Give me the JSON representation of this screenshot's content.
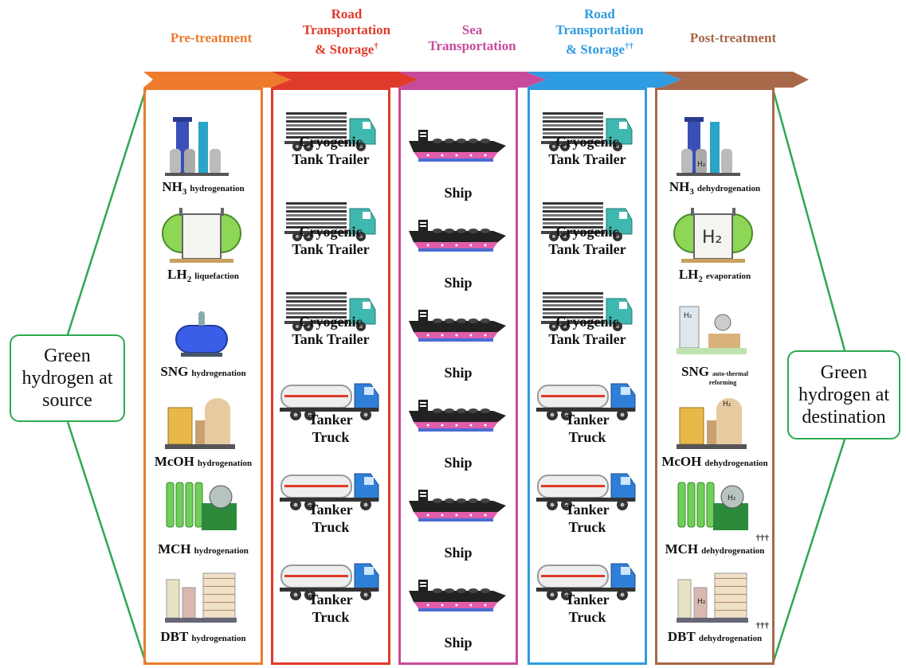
{
  "headers": {
    "pre": "Pre-treatment",
    "road1_line1": "Road",
    "road1_line2": "Transportation",
    "road1_line3": "& Storage",
    "road1_mark": "†",
    "sea_line1": "Sea",
    "sea_line2": "Transportation",
    "road2_line1": "Road",
    "road2_line2": "Transportation",
    "road2_line3": "& Storage",
    "road2_mark": "††",
    "post": "Post-treatment"
  },
  "colors": {
    "pre": "#ee7b2c",
    "road1": "#e03a2a",
    "sea": "#c84a9c",
    "road2": "#2f9be0",
    "post": "#a8684a",
    "endpoint": "#2ca94f"
  },
  "source": {
    "text": "Green hydrogen at source"
  },
  "destination": {
    "text": "Green hydrogen at destination"
  },
  "pretreatment": [
    {
      "carrier": "NH",
      "sub": "3",
      "process": "hydrogenation",
      "icon": "ammonia-plant-icon"
    },
    {
      "carrier": "LH",
      "sub": "2",
      "process": "liquefaction",
      "icon": "lh2-tank-icon"
    },
    {
      "carrier": "SNG",
      "sub": "",
      "process": "hydrogenation",
      "icon": "sng-tank-icon"
    },
    {
      "carrier": "McOH",
      "sub": "",
      "process": "hydrogenation",
      "icon": "methanol-plant-icon"
    },
    {
      "carrier": "MCH",
      "sub": "",
      "process": "hydrogenation",
      "icon": "mch-plant-icon"
    },
    {
      "carrier": "DBT",
      "sub": "",
      "process": "hydrogenation",
      "icon": "dbt-plant-icon"
    }
  ],
  "road1": [
    {
      "line1": "Cryogenic",
      "line2": "Tank Trailer",
      "icon": "cryogenic-trailer-icon"
    },
    {
      "line1": "Cryogenic",
      "line2": "Tank Trailer",
      "icon": "cryogenic-trailer-icon"
    },
    {
      "line1": "Cryogenic",
      "line2": "Tank Trailer",
      "icon": "cryogenic-trailer-icon"
    },
    {
      "line1": "Tanker",
      "line2": "Truck",
      "icon": "tanker-truck-icon"
    },
    {
      "line1": "Tanker",
      "line2": "Truck",
      "icon": "tanker-truck-icon"
    },
    {
      "line1": "Tanker",
      "line2": "Truck",
      "icon": "tanker-truck-icon"
    }
  ],
  "sea": [
    {
      "label": "Ship",
      "icon": "ship-icon"
    },
    {
      "label": "Ship",
      "icon": "ship-icon"
    },
    {
      "label": "Ship",
      "icon": "ship-icon"
    },
    {
      "label": "Ship",
      "icon": "ship-icon"
    },
    {
      "label": "Ship",
      "icon": "ship-icon"
    },
    {
      "label": "Ship",
      "icon": "ship-icon"
    }
  ],
  "road2": [
    {
      "line1": "Cryogenic",
      "line2": "Tank Trailer",
      "icon": "cryogenic-trailer-icon"
    },
    {
      "line1": "Cryogenic",
      "line2": "Tank Trailer",
      "icon": "cryogenic-trailer-icon"
    },
    {
      "line1": "Cryogenic",
      "line2": "Tank Trailer",
      "icon": "cryogenic-trailer-icon"
    },
    {
      "line1": "Tanker",
      "line2": "Truck",
      "icon": "tanker-truck-icon"
    },
    {
      "line1": "Tanker",
      "line2": "Truck",
      "icon": "tanker-truck-icon"
    },
    {
      "line1": "Tanker",
      "line2": "Truck",
      "icon": "tanker-truck-icon"
    }
  ],
  "posttreatment": [
    {
      "carrier": "NH",
      "sub": "3",
      "process": "dehydrogenation",
      "process2": "",
      "mark": "",
      "icon": "ammonia-cracker-icon"
    },
    {
      "carrier": "LH",
      "sub": "2",
      "process": "evaporation",
      "process2": "",
      "mark": "",
      "icon": "lh2-evaporator-icon"
    },
    {
      "carrier": "SNG",
      "sub": "",
      "process": "auto-thermal",
      "process2": "reforming",
      "mark": "",
      "icon": "reformer-icon"
    },
    {
      "carrier": "McOH",
      "sub": "",
      "process": "dehydrogenation",
      "process2": "",
      "mark": "",
      "icon": "methanol-reformer-icon"
    },
    {
      "carrier": "MCH",
      "sub": "",
      "process": "dehydrogenation",
      "process2": "",
      "mark": "†††",
      "icon": "mch-dehydrogenation-icon"
    },
    {
      "carrier": "DBT",
      "sub": "",
      "process": "dehydrogenation",
      "process2": "",
      "mark": "†††",
      "icon": "dbt-dehydrogenation-icon"
    }
  ]
}
